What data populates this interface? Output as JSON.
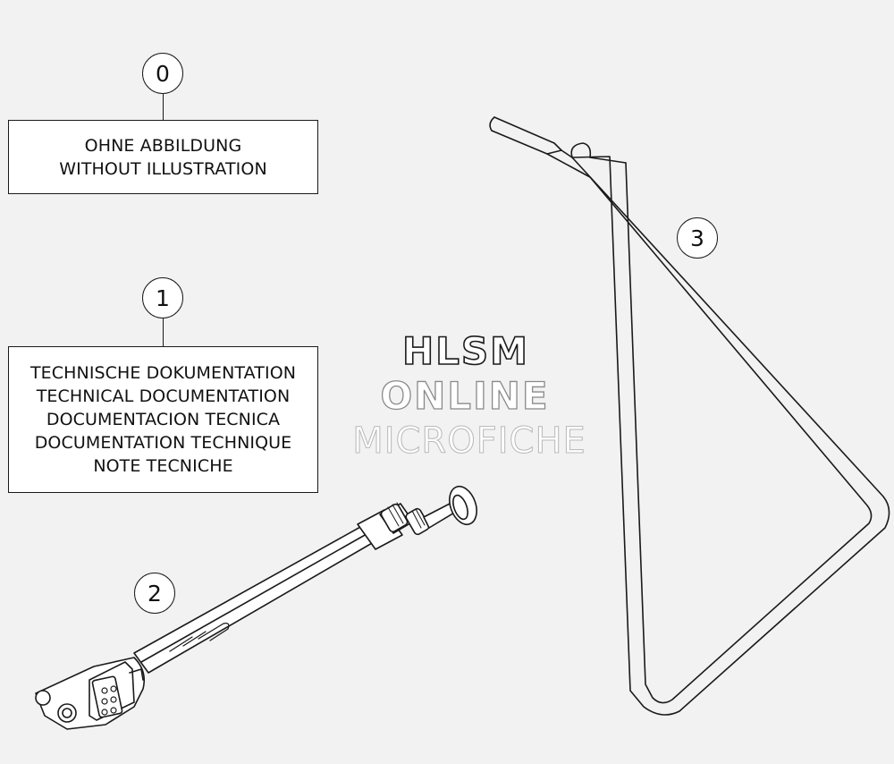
{
  "callouts": {
    "c0": "0",
    "c1": "1",
    "c2": "2",
    "c3": "3"
  },
  "box0": {
    "lines": [
      "OHNE ABBILDUNG",
      "WITHOUT ILLUSTRATION"
    ]
  },
  "box1": {
    "lines": [
      "TECHNISCHE DOKUMENTATION",
      "TECHNICAL DOCUMENTATION",
      "DOCUMENTACION TECNICA",
      "DOCUMENTATION TECHNIQUE",
      "NOTE TECNICHE"
    ]
  },
  "watermark": {
    "line1": "HLSM",
    "line2": "ONLINE",
    "line3": "MICROFICHE"
  },
  "colors": {
    "background": "#f2f2f2",
    "line": "#1a1a1a",
    "fill": "#ffffff"
  }
}
